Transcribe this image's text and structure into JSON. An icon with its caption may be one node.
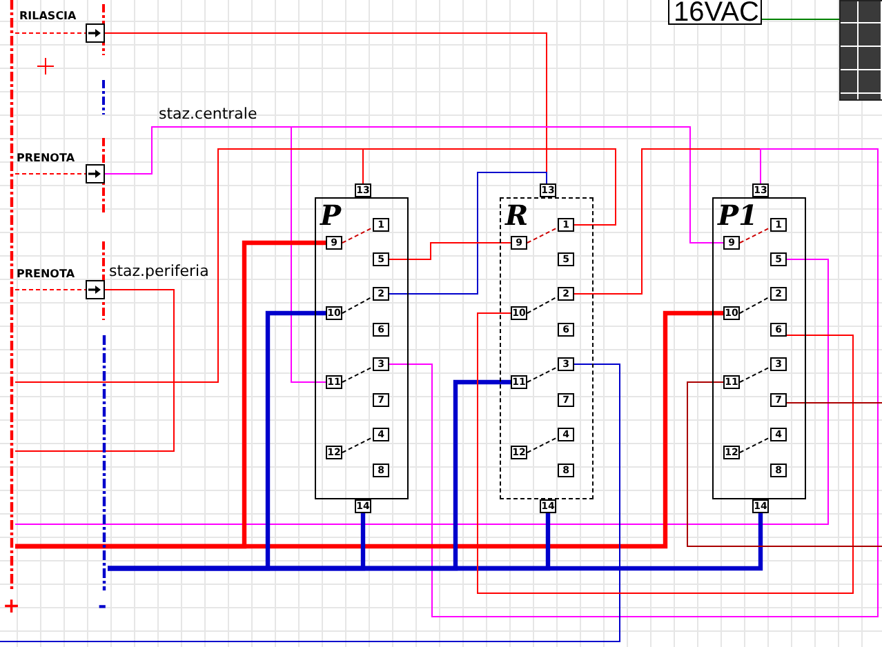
{
  "diagram": {
    "nodes": [
      {
        "text": [],
        "shape": "bar",
        "beside": [
          "+"
        ]
      },
      {
        "text": [],
        "shape": "bar",
        "beside": [
          "-"
        ]
      },
      {
        "text": [],
        "shape": "box"
      },
      {
        "text": [],
        "shape": "box"
      },
      {
        "text": [],
        "shape": "box"
      },
      {
        "text": [
          "P"
        ]
      },
      {
        "text": [
          "13"
        ]
      },
      {
        "text": [
          "1"
        ],
        "in": 5
      },
      {
        "text": [
          "9"
        ],
        "in": 5
      },
      {
        "text": [
          "5"
        ],
        "in": 5
      },
      {
        "text": [
          "2"
        ],
        "in": 5
      },
      {
        "text": [
          "10"
        ],
        "in": 5
      },
      {
        "text": [
          "6"
        ],
        "in": 5
      },
      {
        "text": [
          "3"
        ],
        "in": 5
      },
      {
        "text": [
          "11"
        ],
        "in": 5
      },
      {
        "text": [
          "7"
        ],
        "in": 5
      },
      {
        "text": [
          "4"
        ],
        "in": 5
      },
      {
        "text": [
          "12"
        ],
        "in": 5
      },
      {
        "text": [
          "8"
        ],
        "in": 5
      },
      {
        "text": [
          "14"
        ]
      },
      {
        "text": [
          "R"
        ]
      },
      {
        "text": [
          "13"
        ]
      },
      {
        "text": [
          "1"
        ],
        "in": 20
      },
      {
        "text": [
          "9"
        ],
        "in": 20
      },
      {
        "text": [
          "5"
        ],
        "in": 20
      },
      {
        "text": [
          "2"
        ],
        "in": 20
      },
      {
        "text": [
          "10"
        ],
        "in": 20
      },
      {
        "text": [
          "6"
        ],
        "in": 20
      },
      {
        "text": [
          "3"
        ],
        "in": 20
      },
      {
        "text": [
          "11"
        ],
        "in": 20
      },
      {
        "text": [
          "7"
        ],
        "in": 20
      },
      {
        "text": [
          "4"
        ],
        "in": 20
      },
      {
        "text": [
          "12"
        ],
        "in": 20
      },
      {
        "text": [
          "8"
        ],
        "in": 20
      },
      {
        "text": [
          "14"
        ]
      },
      {
        "text": [
          "P1"
        ]
      },
      {
        "text": [
          "13"
        ]
      },
      {
        "text": [
          "1"
        ],
        "in": 35
      },
      {
        "text": [
          "9"
        ],
        "in": 35
      },
      {
        "text": [
          "5"
        ],
        "in": 35
      },
      {
        "text": [
          "2"
        ],
        "in": 35
      },
      {
        "text": [
          "10"
        ],
        "in": 35
      },
      {
        "text": [
          "6"
        ],
        "in": 35
      },
      {
        "text": [
          "3"
        ],
        "in": 35
      },
      {
        "text": [
          "11"
        ],
        "in": 35
      },
      {
        "text": [
          "7"
        ],
        "in": 35
      },
      {
        "text": [
          "4"
        ],
        "in": 35
      },
      {
        "text": [
          "12"
        ],
        "in": 35
      },
      {
        "text": [
          "8"
        ],
        "in": 35
      },
      {
        "text": [
          "14"
        ]
      },
      {
        "text": [
          "16VAC"
        ]
      },
      {
        "text": [],
        "shape": "box"
      }
    ],
    "edges": [
      {
        "from": 0,
        "to": 2,
        "arrow": "none",
        "style": "dashed",
        "color": "#ff0000"
      },
      {
        "from": 0,
        "to": 3,
        "arrow": "none",
        "style": "dashed",
        "color": "#ff0000"
      },
      {
        "from": 0,
        "to": 4,
        "arrow": "none",
        "style": "dashed",
        "color": "#ff0000"
      },
      {
        "from": 2,
        "to": 21,
        "arrow": "none",
        "color": "#ff0000"
      },
      {
        "from": 10,
        "to": 21,
        "arrow": "none",
        "color": "#0000cc"
      },
      {
        "from": 3,
        "to": 14,
        "arrow": "none",
        "color": "#ff00ff"
      },
      {
        "from": 3,
        "to": 38,
        "arrow": "none",
        "color": "#ff00ff"
      },
      {
        "from": 4,
        "to": 0,
        "arrow": "none",
        "color": "#ff0000"
      },
      {
        "from": 0,
        "to": 6,
        "arrow": "none",
        "color": "#ff0000"
      },
      {
        "from": 0,
        "to": 22,
        "arrow": "none",
        "color": "#ff0000"
      },
      {
        "from": 25,
        "to": 36,
        "arrow": "none",
        "color": "#ff0000"
      },
      {
        "from": 13,
        "to": 36,
        "arrow": "none",
        "color": "#ff00ff"
      },
      {
        "from": 39,
        "to": 0,
        "arrow": "none",
        "color": "#ff00ff"
      },
      {
        "from": 0,
        "to": 8,
        "arrow": "none",
        "style": "thick",
        "color": "#ff0000"
      },
      {
        "from": 0,
        "to": 41,
        "arrow": "none",
        "style": "thick",
        "color": "#ff0000"
      },
      {
        "from": 1,
        "to": 11,
        "arrow": "none",
        "style": "thick",
        "color": "#0000cc"
      },
      {
        "from": 1,
        "to": 19,
        "arrow": "none",
        "style": "thick",
        "color": "#0000cc"
      },
      {
        "from": 1,
        "to": 29,
        "arrow": "none",
        "style": "thick",
        "color": "#0000cc"
      },
      {
        "from": 1,
        "to": 34,
        "arrow": "none",
        "style": "thick",
        "color": "#0000cc"
      },
      {
        "from": 1,
        "to": 49,
        "arrow": "none",
        "style": "thick",
        "color": "#0000cc"
      },
      {
        "from": 28,
        "to": null,
        "arrow": "none",
        "color": "#0000cc"
      },
      {
        "from": 26,
        "to": 42,
        "arrow": "none",
        "color": "#ff0000"
      },
      {
        "from": 9,
        "to": 23,
        "arrow": "none",
        "color": "#ff0000"
      },
      {
        "from": 44,
        "to": null,
        "arrow": "none",
        "color": "#aa0000"
      },
      {
        "from": 45,
        "to": null,
        "arrow": "none",
        "color": "#aa0000"
      },
      {
        "from": 8,
        "to": 7,
        "arrow": "none",
        "style": "dashed",
        "color": "#cc0000"
      },
      {
        "from": 11,
        "to": 10,
        "arrow": "none",
        "style": "dashed",
        "color": "#000000"
      },
      {
        "from": 14,
        "to": 13,
        "arrow": "none",
        "style": "dashed",
        "color": "#000000"
      },
      {
        "from": 17,
        "to": 16,
        "arrow": "none",
        "style": "dashed",
        "color": "#000000"
      },
      {
        "from": 23,
        "to": 22,
        "arrow": "none",
        "style": "dashed",
        "color": "#cc0000"
      },
      {
        "from": 26,
        "to": 25,
        "arrow": "none",
        "style": "dashed",
        "color": "#000000"
      },
      {
        "from": 29,
        "to": 28,
        "arrow": "none",
        "style": "dashed",
        "color": "#000000"
      },
      {
        "from": 32,
        "to": 31,
        "arrow": "none",
        "style": "dashed",
        "color": "#000000"
      },
      {
        "from": 38,
        "to": 37,
        "arrow": "none",
        "style": "dashed",
        "color": "#cc0000"
      },
      {
        "from": 41,
        "to": 40,
        "arrow": "none",
        "style": "dashed",
        "color": "#000000"
      },
      {
        "from": 44,
        "to": 43,
        "arrow": "none",
        "style": "dashed",
        "color": "#000000"
      },
      {
        "from": 47,
        "to": 46,
        "arrow": "none",
        "style": "dashed",
        "color": "#000000"
      },
      {
        "from": 50,
        "to": 51,
        "arrow": "none",
        "color": "#008000"
      }
    ],
    "labels": [
      "RILASCIA",
      "PRENOTA",
      "staz.centrale",
      "PRENOTA",
      "staz.periferia"
    ]
  }
}
